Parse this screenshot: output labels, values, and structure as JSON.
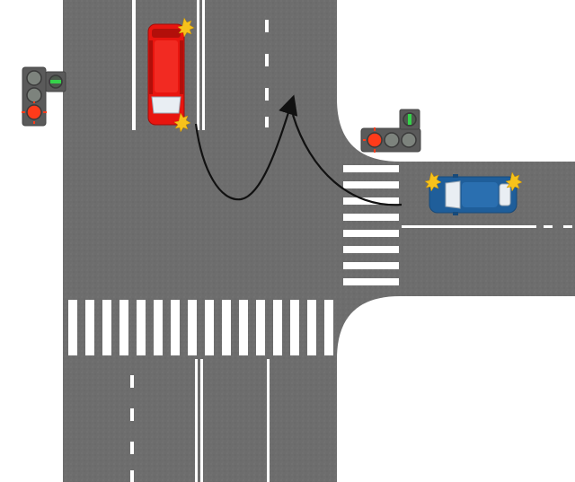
{
  "colors": {
    "asphalt": "#6e6e6e",
    "marking": "#ffffff",
    "background": "#ffffff",
    "red_car": "#e8150f",
    "blue_car": "#1f5e9a",
    "signal_housing": "#5a5a5a",
    "signal_red_on": "#ff3b1a",
    "signal_green_on": "#35d24a",
    "lamp_off": "#7d837d",
    "hazard_flash": "#f7c21b",
    "trajectory": "#111111"
  },
  "signals": {
    "left": {
      "state": "red",
      "arrow": "green"
    },
    "right": {
      "state": "red",
      "arrow": "green"
    }
  },
  "vehicles": {
    "red_car": {
      "hazard_lights": true,
      "icon": "car-top-view-icon"
    },
    "blue_car": {
      "hazard_lights": true,
      "icon": "car-top-view-icon"
    }
  },
  "paths": [
    "u-turn",
    "left-turn"
  ]
}
